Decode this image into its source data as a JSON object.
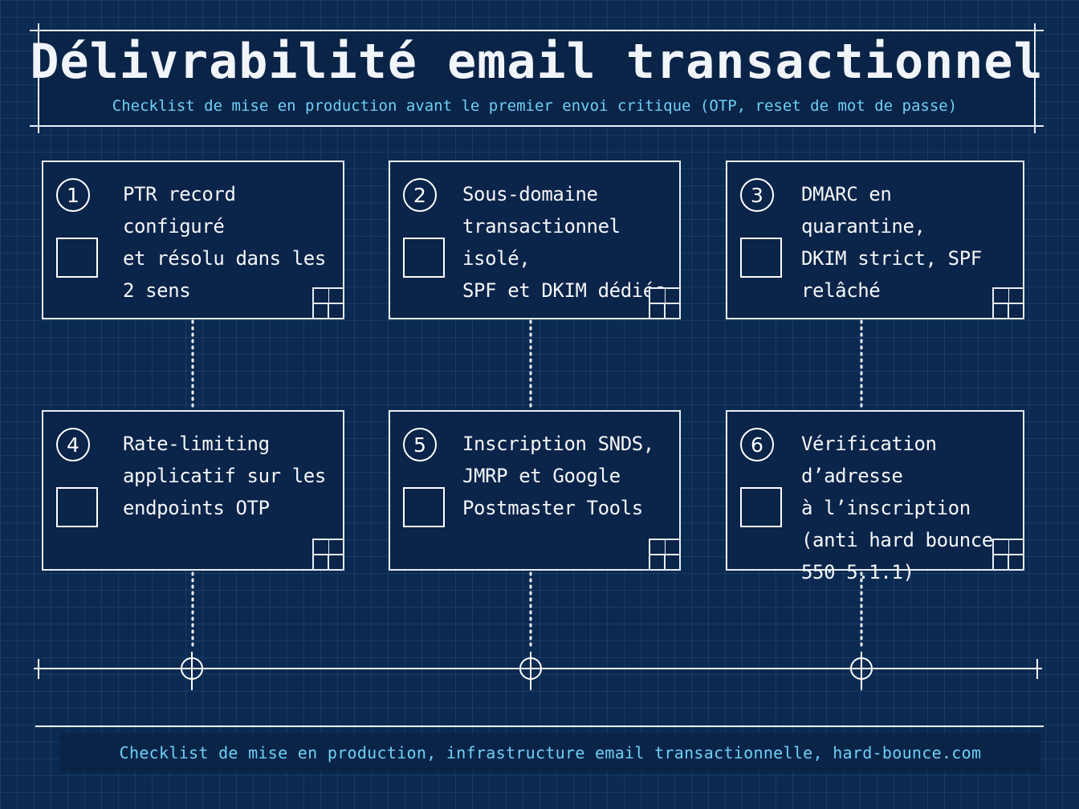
{
  "title": "Délivrabilité email transactionnel",
  "subtitle": "Checklist de mise en production avant le premier envoi critique (OTP, reset de mot de passe)",
  "items": [
    {
      "number": "1",
      "text": "PTR record configuré\net résolu dans les\n2 sens",
      "checked": false
    },
    {
      "number": "2",
      "text": "Sous-domaine\ntransactionnel isolé,\nSPF et DKIM dédiés",
      "checked": false
    },
    {
      "number": "3",
      "text": "DMARC en quarantine,\nDKIM strict, SPF\nrelâché",
      "checked": false
    },
    {
      "number": "4",
      "text": "Rate-limiting\napplicatif sur les\nendpoints OTP",
      "checked": false
    },
    {
      "number": "5",
      "text": "Inscription SNDS,\nJMRP et Google\nPostmaster Tools",
      "checked": false
    },
    {
      "number": "6",
      "text": "Vérification d’adresse\nà l’inscription\n(anti hard bounce\n550 5.1.1)",
      "checked": false
    }
  ],
  "footer": "Checklist de mise en production, infrastructure email transactionnelle, hard-bounce.com",
  "colors": {
    "background": "#0b2a52",
    "accent": "#6fd0f5",
    "line": "#e9eef6"
  }
}
